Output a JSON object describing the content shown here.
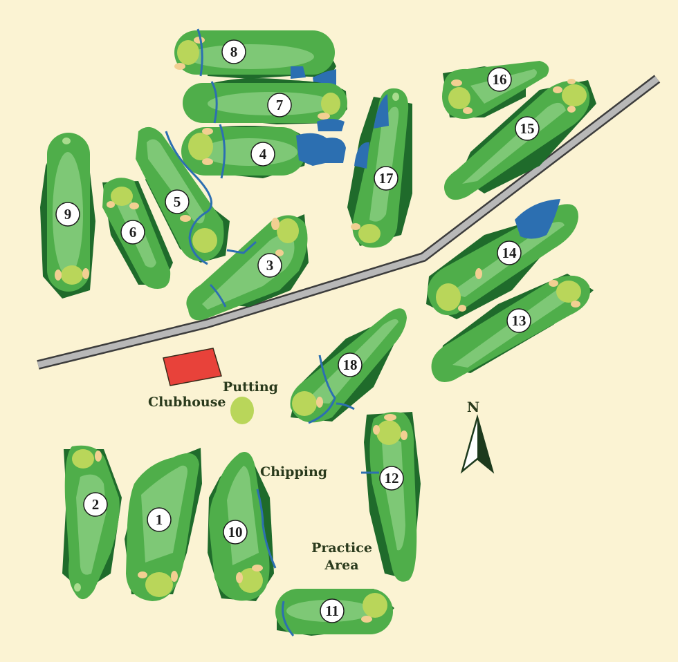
{
  "map": {
    "labels": {
      "clubhouse": "Clubhouse",
      "putting": "Putting",
      "chipping": "Chipping",
      "practice_line1": "Practice",
      "practice_line2": "Area",
      "north": "N"
    },
    "holes": [
      "1",
      "2",
      "3",
      "4",
      "5",
      "6",
      "7",
      "8",
      "9",
      "10",
      "11",
      "12",
      "13",
      "14",
      "15",
      "16",
      "17",
      "18"
    ],
    "colors": {
      "background": "#fbf3d3",
      "rough": "#4fae4a",
      "fairway": "#7ec876",
      "trees": "#1f6b2b",
      "water": "#2c6fb1",
      "sand": "#f2cf92",
      "green": "#b9d65a",
      "clubhouse": "#e8423a",
      "road": "#b8b8b8"
    }
  }
}
